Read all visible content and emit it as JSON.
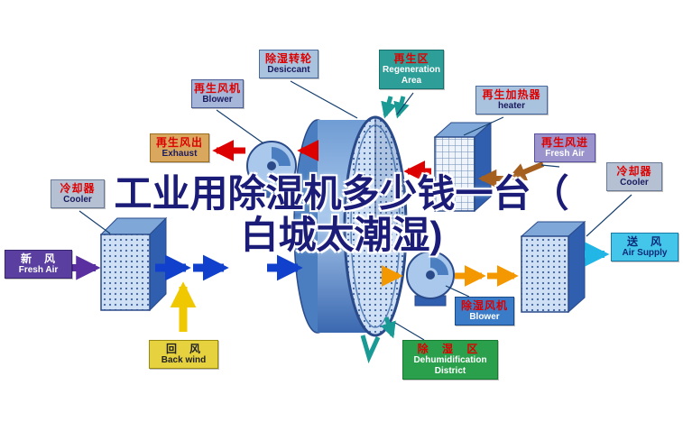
{
  "title_overlay": {
    "line1": "工业用除湿机多少钱一台（",
    "line2": "白城太潮湿)"
  },
  "labels": {
    "regen_blower": {
      "zh": "再生风机",
      "en": "Blower"
    },
    "desiccant_wheel": {
      "zh": "除湿转轮",
      "en": "Desiccant"
    },
    "regen_area": {
      "zh": "再生区",
      "en": "Regeneration Area"
    },
    "regen_heater": {
      "zh": "再生加热器",
      "en": "heater"
    },
    "regen_air_out": {
      "zh": "再生风出",
      "en": "Exhaust"
    },
    "regen_air_in": {
      "zh": "再生风进",
      "en": "Fresh Air"
    },
    "cooler_left": {
      "zh": "冷却器",
      "en": "Cooler"
    },
    "cooler_right": {
      "zh": "冷却器",
      "en": "Cooler"
    },
    "fresh_air": {
      "zh": "新　风",
      "en": "Fresh Air"
    },
    "air_supply": {
      "zh": "送　风",
      "en": "Air Supply"
    },
    "back_wind": {
      "zh": "回　风",
      "en": "Back wind"
    },
    "dehum_blower": {
      "zh": "除湿风机",
      "en": "Blower"
    },
    "dehum_district": {
      "zh": "除 湿 区",
      "en": "Dehumidification District"
    }
  },
  "colors": {
    "overlay_text": "#1b1b78",
    "label_red_text": "#dd0000",
    "teal_label": "#2e9e98",
    "green_label": "#2aa04c",
    "yellow_label": "#e6d23e",
    "cyan_label": "#44c6ea",
    "purple_label": "#5a3fa0",
    "component_blue": "#4a7ec0",
    "arrow_red": "#dd0000",
    "arrow_blue": "#1040cc",
    "arrow_yellow": "#f0c800",
    "arrow_purple": "#5a2fa0",
    "arrow_teal": "#1a9a94",
    "arrow_orange": "#f39800",
    "arrow_brown": "#a55f1e",
    "arrow_cyan": "#22b6e6"
  }
}
